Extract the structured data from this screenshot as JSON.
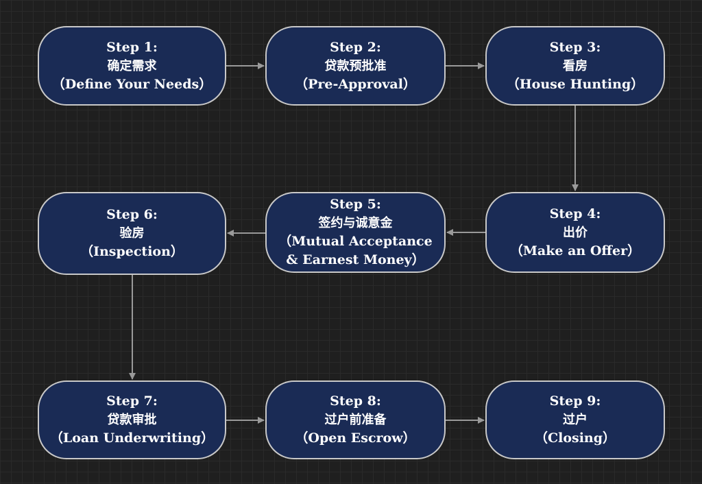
{
  "diagram": {
    "steps": [
      {
        "id": "step1",
        "title": "Step 1:",
        "zh": "确定需求",
        "en": [
          "（Define Your Needs）"
        ]
      },
      {
        "id": "step2",
        "title": "Step 2:",
        "zh": "贷款预批准",
        "en": [
          "（Pre-Approval）"
        ]
      },
      {
        "id": "step3",
        "title": "Step 3:",
        "zh": "看房",
        "en": [
          "（House Hunting）"
        ]
      },
      {
        "id": "step4",
        "title": "Step 4:",
        "zh": "出价",
        "en": [
          "（Make an Offer）"
        ]
      },
      {
        "id": "step5",
        "title": "Step 5:",
        "zh": "签约与诚意金",
        "en": [
          "（Mutual Acceptance",
          "& Earnest Money）"
        ]
      },
      {
        "id": "step6",
        "title": "Step 6:",
        "zh": "验房",
        "en": [
          "（Inspection）"
        ]
      },
      {
        "id": "step7",
        "title": "Step 7:",
        "zh": "贷款审批",
        "en": [
          "（Loan Underwriting）"
        ]
      },
      {
        "id": "step8",
        "title": "Step 8:",
        "zh": "过户前准备",
        "en": [
          "（Open Escrow）"
        ]
      },
      {
        "id": "step9",
        "title": "Step 9:",
        "zh": "过户",
        "en": [
          "（Closing）"
        ]
      }
    ],
    "edges": [
      [
        "step1",
        "step2"
      ],
      [
        "step2",
        "step3"
      ],
      [
        "step3",
        "step4"
      ],
      [
        "step4",
        "step5"
      ],
      [
        "step5",
        "step6"
      ],
      [
        "step6",
        "step7"
      ],
      [
        "step7",
        "step8"
      ],
      [
        "step8",
        "step9"
      ]
    ],
    "colors": {
      "node_fill": "#1a2b55",
      "node_border": "#c9c9c9",
      "edge": "#9a9a9a",
      "background": "#1f1f1f"
    }
  }
}
